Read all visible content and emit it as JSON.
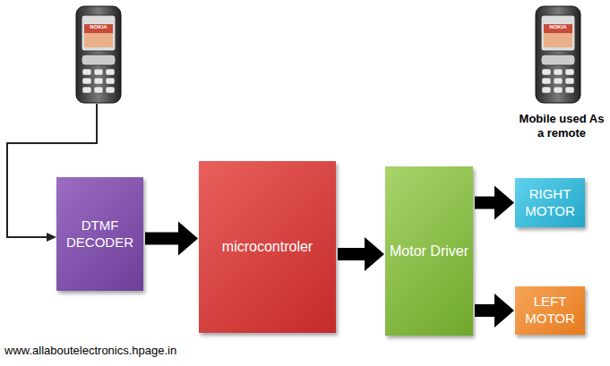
{
  "diagram": {
    "nodes": [
      {
        "text": [
          "DTMF DECODER"
        ]
      },
      {
        "text": [
          "microcontroler"
        ]
      },
      {
        "text": [
          "Motor Driver"
        ]
      },
      {
        "text": [
          "RIGHT MOTOR"
        ]
      },
      {
        "text": [
          "LEFT MOTOR"
        ]
      }
    ],
    "edges": [
      {
        "from": 0,
        "to": 1,
        "arrow": "to"
      },
      {
        "from": 1,
        "to": 2,
        "arrow": "to"
      },
      {
        "from": 2,
        "to": 3,
        "arrow": "to"
      },
      {
        "from": 2,
        "to": 4,
        "arrow": "to"
      }
    ],
    "labels": [
      "NOKIA",
      "NOKIA",
      "Mobile used As a remote",
      "www.allaboutelectronics.hpage.in"
    ]
  }
}
